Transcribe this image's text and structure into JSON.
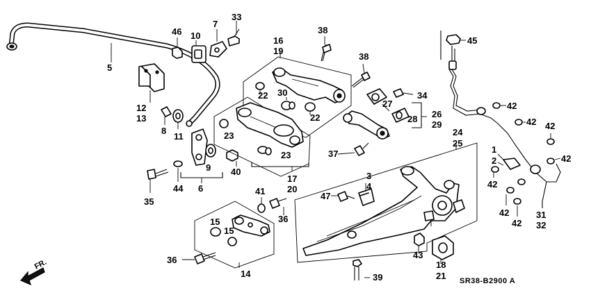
{
  "callouts": {
    "c1": "1",
    "c2": "2",
    "c3": "3",
    "c4": "4",
    "c5": "5",
    "c6": "6",
    "c7": "7",
    "c8": "8",
    "c9": "9",
    "c10": "10",
    "c11": "11",
    "c12": "12",
    "c13": "13",
    "c14": "14",
    "c15a": "15",
    "c15b": "15",
    "c16": "16",
    "c17": "17",
    "c18": "18",
    "c19": "19",
    "c20": "20",
    "c21": "21",
    "c22a": "22",
    "c22b": "22",
    "c23a": "23",
    "c23b": "23",
    "c24": "24",
    "c25": "25",
    "c26": "26",
    "c27": "27",
    "c28": "28",
    "c29": "29",
    "c30": "30",
    "c31": "31",
    "c32": "32",
    "c33": "33",
    "c34": "34",
    "c35": "35",
    "c36a": "36",
    "c36b": "36",
    "c37": "37",
    "c38a": "38",
    "c38b": "38",
    "c39": "39",
    "c40": "40",
    "c41": "41",
    "c42a": "42",
    "c42b": "42",
    "c42c": "42",
    "c42d": "42",
    "c42e": "42",
    "c42f": "42",
    "c42g": "42",
    "c43": "43",
    "c44": "44",
    "c45": "45",
    "c46": "46",
    "c47": "47"
  },
  "diagram_code": "SR38-B2900 A",
  "front_label": "FR.",
  "colors": {
    "ink": "#000000",
    "paper": "#ffffff"
  }
}
